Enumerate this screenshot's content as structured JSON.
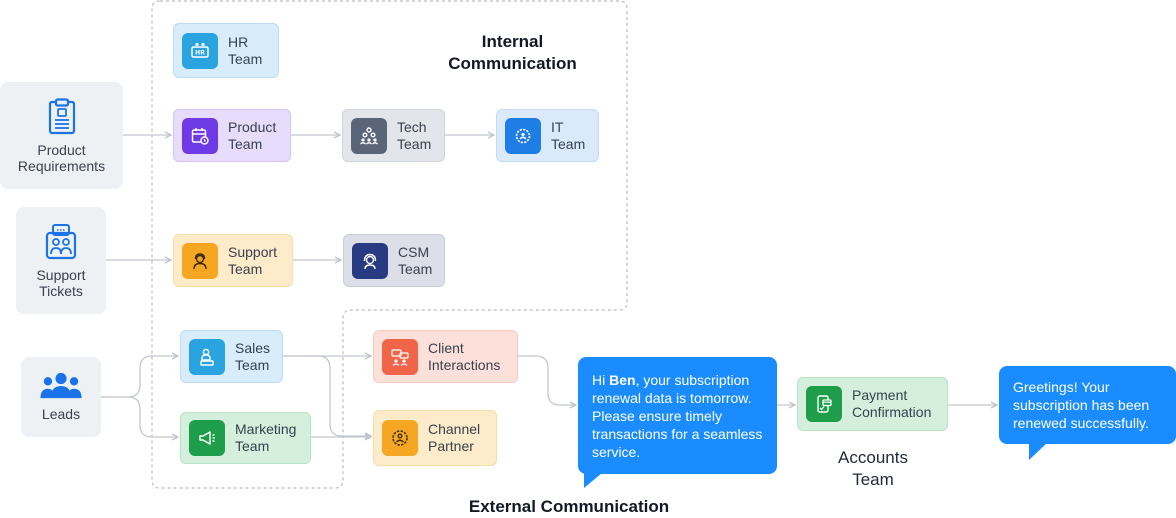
{
  "diagram": {
    "internal_title_line1": "Internal",
    "internal_title_line2": "Communication",
    "external_title": "External Communication",
    "accounts_line1": "Accounts",
    "accounts_line2": "Team"
  },
  "sources": {
    "product": {
      "line1": "Product",
      "line2": "Requirements",
      "icon": "clipboard-icon"
    },
    "support": {
      "line1": "Support",
      "line2": "Tickets",
      "icon": "ticket-team-icon"
    },
    "leads": {
      "line1": "Leads",
      "icon": "group-icon"
    }
  },
  "nodes": {
    "hr": {
      "line1": "HR",
      "line2": "Team",
      "color": "#2aa4e0",
      "bg": "#d8ecfa"
    },
    "product_team": {
      "line1": "Product",
      "line2": "Team",
      "color": "#6d3ae6",
      "bg": "#e7dcfb"
    },
    "tech": {
      "line1": "Tech",
      "line2": "Team",
      "color": "#5b6579",
      "bg": "#e2e5ea"
    },
    "it": {
      "line1": "IT",
      "line2": "Team",
      "color": "#1f7de6",
      "bg": "#dbeafb"
    },
    "support_team": {
      "line1": "Support",
      "line2": "Team",
      "color": "#f5a623",
      "bg": "#fdebc9"
    },
    "csm": {
      "line1": "CSM",
      "line2": "Team",
      "color": "#283a82",
      "bg": "#dcdfe8"
    },
    "sales": {
      "line1": "Sales",
      "line2": "Team",
      "color": "#2aa4e0",
      "bg": "#d8ecfa"
    },
    "marketing": {
      "line1": "Marketing",
      "line2": "Team",
      "color": "#1e9e4a",
      "bg": "#d4efdc"
    },
    "client": {
      "line1": "Client",
      "line2": "Interactions",
      "color": "#f06449",
      "bg": "#fde0da"
    },
    "channel": {
      "line1": "Channel",
      "line2": "Partner",
      "color": "#f5a623",
      "bg": "#fdebc9"
    },
    "payment": {
      "line1": "Payment",
      "line2": "Confirmation",
      "color": "#1e9e4a",
      "bg": "#d4efdc"
    }
  },
  "bubbles": {
    "reminder": {
      "greeting": "Hi ",
      "name": "Ben",
      "rest": ", your subscription renewal data is tomorrow. Please ensure timely transactions for a seamless service."
    },
    "confirmation": {
      "text": "Greetings! Your subscription has been renewed successfully."
    }
  },
  "colors": {
    "accent": "#1a8cff",
    "connector": "#c3c8cf",
    "dashed_border": "#b8bcc2"
  }
}
